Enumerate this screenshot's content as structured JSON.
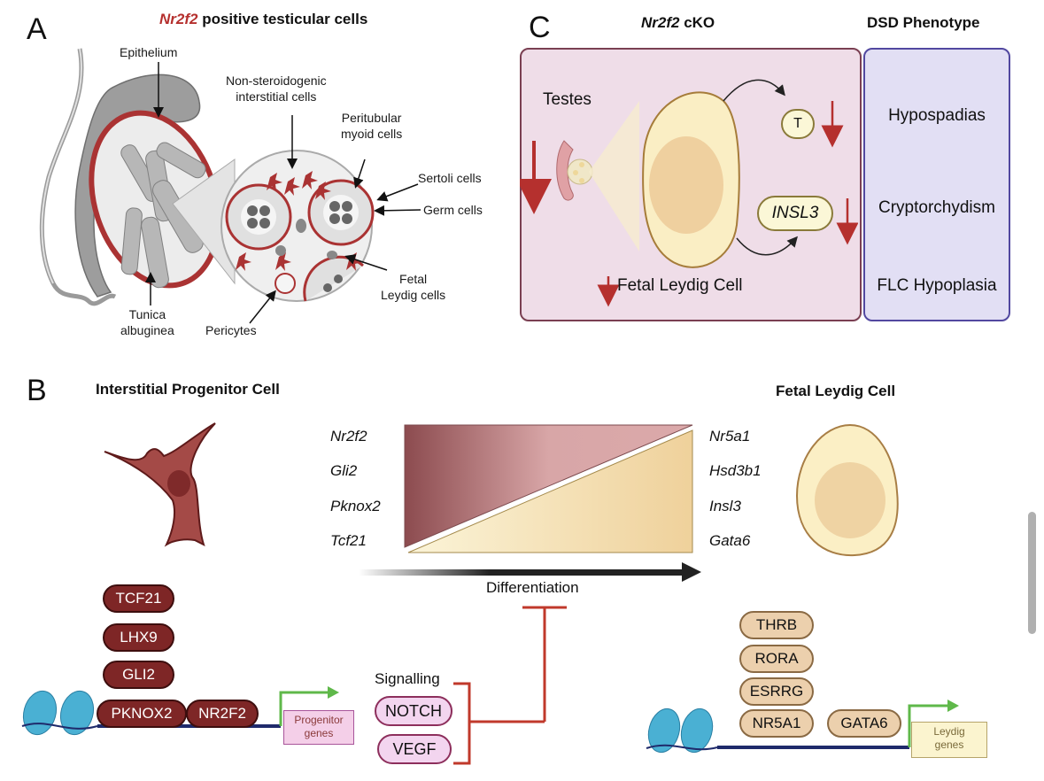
{
  "panel_a": {
    "letter": "A",
    "title_gene": "Nr2f2",
    "title_rest": " positive testicular cells",
    "labels": {
      "epithelium": "Epithelium",
      "non_steroidogenic": [
        "Non-steroidogenic",
        "interstitial cells"
      ],
      "peritubular": [
        "Peritubular",
        "myoid cells"
      ],
      "sertoli": "Sertoli cells",
      "germ": "Germ cells",
      "fetal_leydig": [
        "Fetal",
        "Leydig cells"
      ],
      "pericytes": "Pericytes",
      "tunica": [
        "Tunica",
        "albuginea"
      ]
    }
  },
  "panel_b": {
    "letter": "B",
    "left_title": "Interstitial Progenitor Cell",
    "right_title": "Fetal Leydig Cell",
    "progenitor_genes": [
      "Nr2f2",
      "Gli2",
      "Pknox2",
      "Tcf21"
    ],
    "leydig_genes": [
      "Nr5a1",
      "Hsd3b1",
      "Insl3",
      "Gata6"
    ],
    "differentiation_label": "Differentiation",
    "signalling_label": "Signalling",
    "signalling_factors": [
      "NOTCH",
      "VEGF"
    ],
    "progenitor_tfs_stack": [
      "TCF21",
      "LHX9",
      "GLI2",
      "PKNOX2"
    ],
    "progenitor_tf_side": "NR2F2",
    "progenitor_genes_box": [
      "Progenitor",
      "genes"
    ],
    "leydig_tfs_stack": [
      "THRB",
      "RORA",
      "ESRRG",
      "NR5A1"
    ],
    "leydig_tf_side": "GATA6",
    "leydig_genes_box": [
      "Leydig",
      "genes"
    ]
  },
  "panel_c": {
    "letter": "C",
    "title_gene": "Nr2f2",
    "title_rest": " cKO",
    "dsd_title": "DSD Phenotype",
    "testes_label": "Testes",
    "hormone_t": "T",
    "hormone_insl3": "INSL3",
    "flc_label": "Fetal Leydig Cell",
    "phenotypes": [
      "Hypospadias",
      "Cryptorchydism",
      "FLC Hypoplasia"
    ]
  },
  "colors": {
    "accent_red": "#b5302e",
    "progenitor_red": "#7e2626",
    "leydig_tan": "#ecd0ad",
    "cko_bg": "#efdde8",
    "dsd_bg": "#e2dff4",
    "green_arrow": "#5fb84a",
    "dna_navy": "#1f2a6b",
    "nucleosome": "#4ab0d3"
  }
}
